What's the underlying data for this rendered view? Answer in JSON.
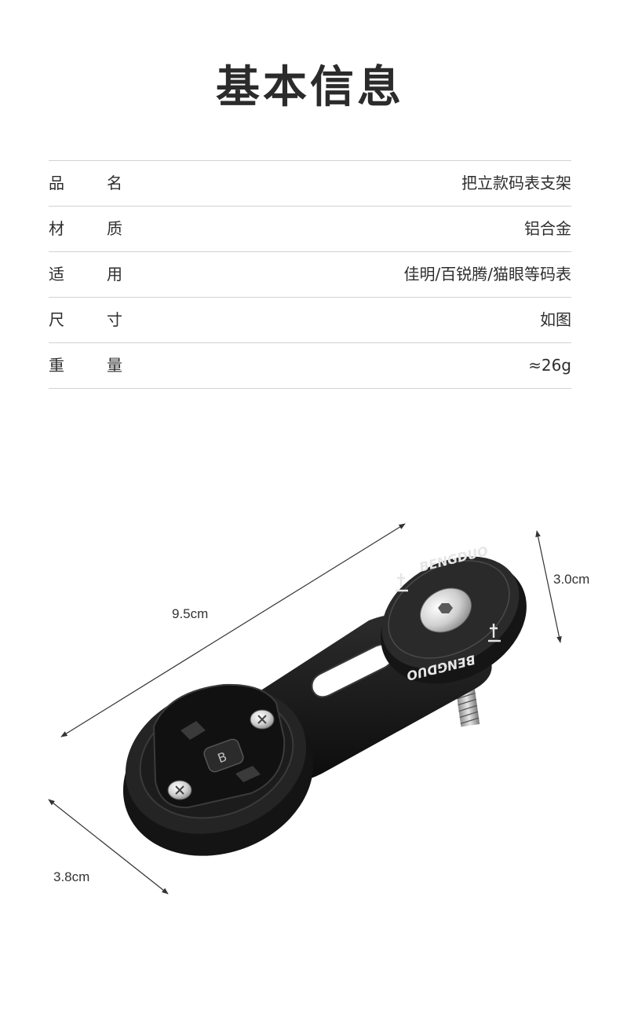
{
  "title": "基本信息",
  "specs": [
    {
      "label_1": "品",
      "label_2": "名",
      "value": "把立款码表支架"
    },
    {
      "label_1": "材",
      "label_2": "质",
      "value": "铝合金"
    },
    {
      "label_1": "适",
      "label_2": "用",
      "value": "佳明/百锐腾/猫眼等码表"
    },
    {
      "label_1": "尺",
      "label_2": "寸",
      "value": "如图"
    },
    {
      "label_1": "重",
      "label_2": "量",
      "value": "≈26g"
    }
  ],
  "product": {
    "logo_text": "BENGDUO",
    "mount_letter": "B"
  },
  "dimensions": {
    "length": "9.5cm",
    "height": "3.0cm",
    "diameter": "3.8cm"
  }
}
